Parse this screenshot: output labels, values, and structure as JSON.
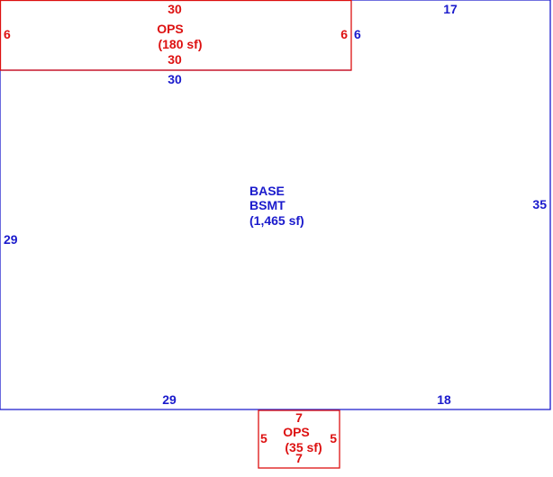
{
  "colors": {
    "base": "#1a1acc",
    "porch": "#dd1111"
  },
  "base_area": {
    "name_line1": "BASE",
    "name_line2": "BSMT",
    "area": "(1,465 sf)",
    "dims": {
      "top_right": "17",
      "right": "35",
      "left": "29",
      "bottom_left": "29",
      "bottom_right": "18",
      "under_porch": "30",
      "notch_right": "6"
    }
  },
  "porch_top": {
    "name": "OPS",
    "area": "(180 sf)",
    "dims": {
      "top": "30",
      "bottom": "30",
      "left": "6",
      "right": "6"
    }
  },
  "porch_bottom": {
    "name": "OPS",
    "area": "(35 sf)",
    "dims": {
      "top": "7",
      "bottom": "7",
      "left": "5",
      "right": "5"
    }
  }
}
